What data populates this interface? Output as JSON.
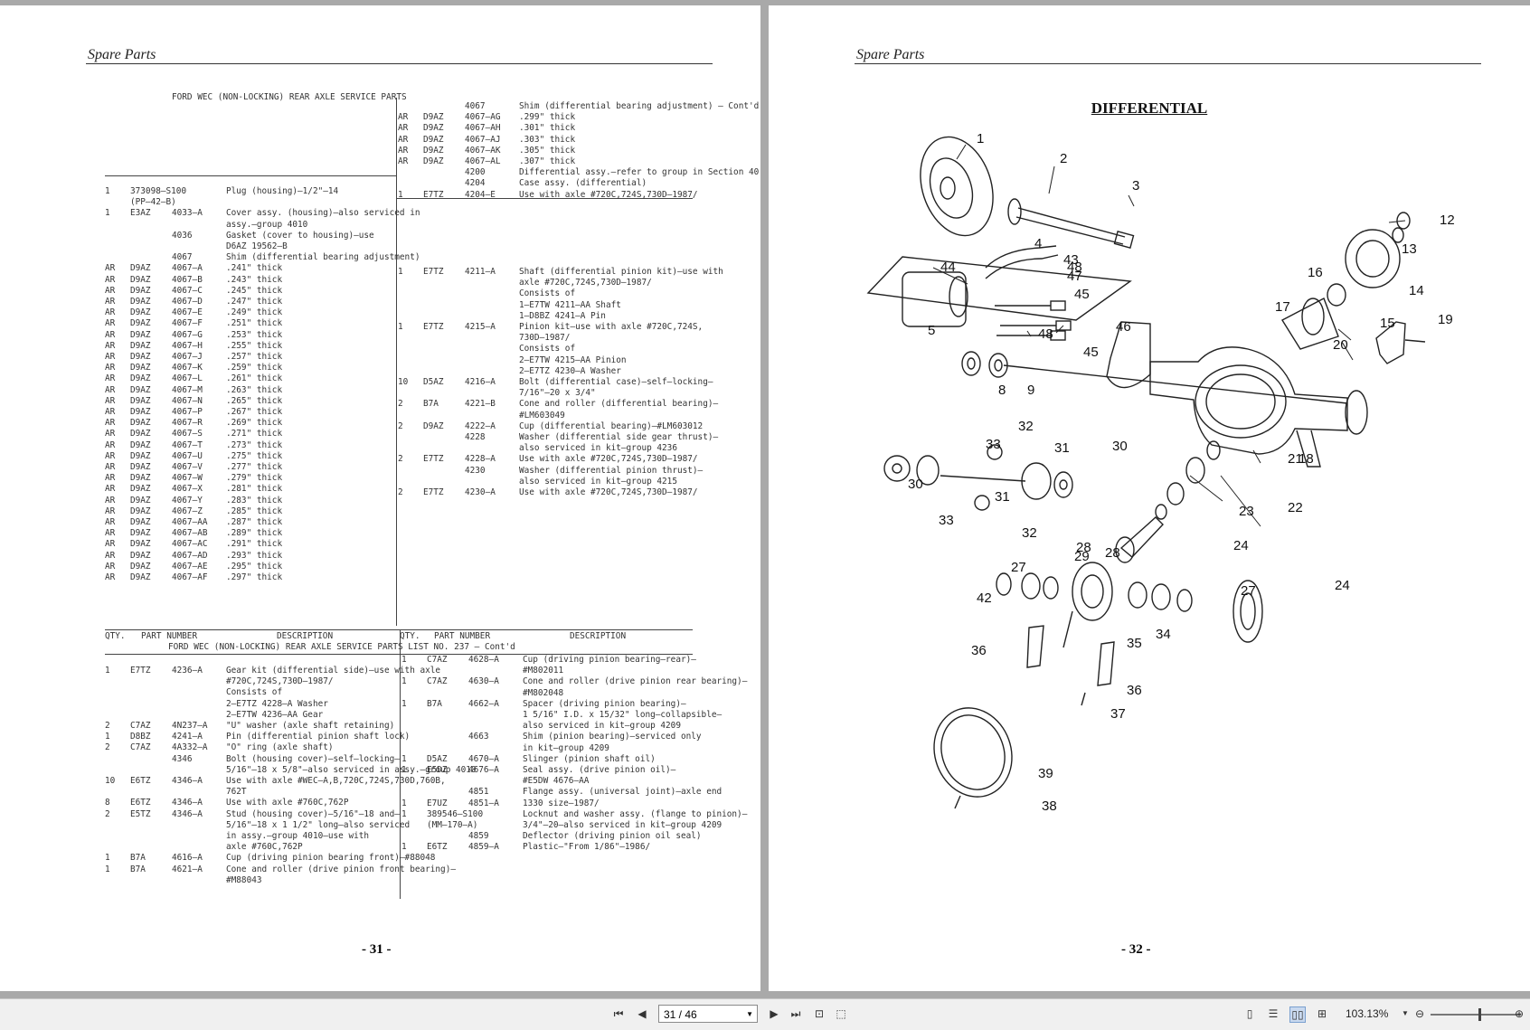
{
  "left_page": {
    "running_head": "Spare Parts",
    "page_number": "- 31 -",
    "table_title_top": "FORD WEC (NON-LOCKING) REAR AXLE SERVICE PARTS",
    "table_title_mid": "FORD WEC (NON-LOCKING) REAR AXLE SERVICE PARTS LIST NO. 237 — Cont'd",
    "headers": {
      "qty": "QTY.",
      "part_number": "PART NUMBER",
      "description": "DESCRIPTION"
    },
    "top_left_rows": [
      [
        "1",
        "373098–S100",
        "",
        "Plug (housing)–1/2\"–14"
      ],
      [
        "",
        "(PP–42–B)",
        "",
        ""
      ],
      [
        "1",
        "E3AZ",
        "4033–A",
        "Cover assy. (housing)–also serviced in"
      ],
      [
        "",
        "",
        "",
        "assy.–group 4010"
      ],
      [
        "",
        "",
        "4036",
        "Gasket (cover to housing)–use"
      ],
      [
        "",
        "",
        "",
        "D6AZ 19562–B"
      ],
      [
        "",
        "",
        "4067",
        "Shim (differential bearing adjustment)"
      ],
      [
        "AR",
        "D9AZ",
        "4067–A",
        ".241\" thick"
      ],
      [
        "AR",
        "D9AZ",
        "4067–B",
        ".243\" thick"
      ],
      [
        "AR",
        "D9AZ",
        "4067–C",
        ".245\" thick"
      ],
      [
        "AR",
        "D9AZ",
        "4067–D",
        ".247\" thick"
      ],
      [
        "AR",
        "D9AZ",
        "4067–E",
        ".249\" thick"
      ],
      [
        "AR",
        "D9AZ",
        "4067–F",
        ".251\" thick"
      ],
      [
        "AR",
        "D9AZ",
        "4067–G",
        ".253\" thick"
      ],
      [
        "AR",
        "D9AZ",
        "4067–H",
        ".255\" thick"
      ],
      [
        "AR",
        "D9AZ",
        "4067–J",
        ".257\" thick"
      ],
      [
        "AR",
        "D9AZ",
        "4067–K",
        ".259\" thick"
      ],
      [
        "AR",
        "D9AZ",
        "4067–L",
        ".261\" thick"
      ],
      [
        "AR",
        "D9AZ",
        "4067–M",
        ".263\" thick"
      ],
      [
        "AR",
        "D9AZ",
        "4067–N",
        ".265\" thick"
      ],
      [
        "AR",
        "D9AZ",
        "4067–P",
        ".267\" thick"
      ],
      [
        "AR",
        "D9AZ",
        "4067–R",
        ".269\" thick"
      ],
      [
        "AR",
        "D9AZ",
        "4067–S",
        ".271\" thick"
      ],
      [
        "AR",
        "D9AZ",
        "4067–T",
        ".273\" thick"
      ],
      [
        "AR",
        "D9AZ",
        "4067–U",
        ".275\" thick"
      ],
      [
        "AR",
        "D9AZ",
        "4067–V",
        ".277\" thick"
      ],
      [
        "AR",
        "D9AZ",
        "4067–W",
        ".279\" thick"
      ],
      [
        "AR",
        "D9AZ",
        "4067–X",
        ".281\" thick"
      ],
      [
        "AR",
        "D9AZ",
        "4067–Y",
        ".283\" thick"
      ],
      [
        "AR",
        "D9AZ",
        "4067–Z",
        ".285\" thick"
      ],
      [
        "AR",
        "D9AZ",
        "4067–AA",
        ".287\" thick"
      ],
      [
        "AR",
        "D9AZ",
        "4067–AB",
        ".289\" thick"
      ],
      [
        "AR",
        "D9AZ",
        "4067–AC",
        ".291\" thick"
      ],
      [
        "AR",
        "D9AZ",
        "4067–AD",
        ".293\" thick"
      ],
      [
        "AR",
        "D9AZ",
        "4067–AE",
        ".295\" thick"
      ],
      [
        "AR",
        "D9AZ",
        "4067–AF",
        ".297\" thick"
      ]
    ],
    "top_right_rows": [
      [
        "",
        "",
        "4067",
        "Shim (differential bearing adjustment) — Cont'd"
      ],
      [
        "AR",
        "D9AZ",
        "4067–AG",
        ".299\" thick"
      ],
      [
        "AR",
        "D9AZ",
        "4067–AH",
        ".301\" thick"
      ],
      [
        "AR",
        "D9AZ",
        "4067–AJ",
        ".303\" thick"
      ],
      [
        "AR",
        "D9AZ",
        "4067–AK",
        ".305\" thick"
      ],
      [
        "AR",
        "D9AZ",
        "4067–AL",
        ".307\" thick"
      ],
      [
        "",
        "",
        "4200",
        "Differential assy.–refer to group in Section 40"
      ],
      [
        "",
        "",
        "4204",
        "Case assy. (differential)"
      ],
      [
        "1",
        "E7TZ",
        "4204–E",
        "Use with axle #720C,724S,730D–1987/"
      ],
      [
        "",
        "",
        "",
        ""
      ],
      [
        "",
        "",
        "",
        ""
      ],
      [
        "",
        "",
        "",
        ""
      ],
      [
        "",
        "",
        "",
        ""
      ],
      [
        "",
        "",
        "",
        ""
      ],
      [
        "",
        "",
        "",
        ""
      ],
      [
        "1",
        "E7TZ",
        "4211–A",
        "Shaft (differential pinion kit)–use with"
      ],
      [
        "",
        "",
        "",
        "axle #720C,724S,730D–1987/"
      ],
      [
        "",
        "",
        "",
        "Consists of"
      ],
      [
        "",
        "",
        "",
        "1–E7TW 4211–AA Shaft"
      ],
      [
        "",
        "",
        "",
        "1–D8BZ 4241–A Pin"
      ],
      [
        "1",
        "E7TZ",
        "4215–A",
        "Pinion kit–use with axle #720C,724S,"
      ],
      [
        "",
        "",
        "",
        "730D–1987/"
      ],
      [
        "",
        "",
        "",
        "Consists of"
      ],
      [
        "",
        "",
        "",
        "2–E7TW 4215–AA Pinion"
      ],
      [
        "",
        "",
        "",
        "2–E7TZ 4230–A Washer"
      ],
      [
        "10",
        "D5AZ",
        "4216–A",
        "Bolt (differential case)–self–locking–"
      ],
      [
        "",
        "",
        "",
        "7/16\"–20 x 3/4\""
      ],
      [
        "2",
        "B7A",
        "4221–B",
        "Cone and roller (differential bearing)–"
      ],
      [
        "",
        "",
        "",
        "#LM603049"
      ],
      [
        "2",
        "D9AZ",
        "4222–A",
        "Cup (differential bearing)–#LM603012"
      ],
      [
        "",
        "",
        "4228",
        "Washer (differential side gear thrust)–"
      ],
      [
        "",
        "",
        "",
        "also serviced in kit–group 4236"
      ],
      [
        "2",
        "E7TZ",
        "4228–A",
        "Use with axle #720C,724S,730D–1987/"
      ],
      [
        "",
        "",
        "4230",
        "Washer (differential pinion thrust)–"
      ],
      [
        "",
        "",
        "",
        "also serviced in kit–group 4215"
      ],
      [
        "2",
        "E7TZ",
        "4230–A",
        "Use with axle #720C,724S,730D–1987/"
      ]
    ],
    "bottom_left_rows": [
      [
        "1",
        "E7TZ",
        "4236–A",
        "Gear kit (differential side)–use with axle"
      ],
      [
        "",
        "",
        "",
        "#720C,724S,730D–1987/"
      ],
      [
        "",
        "",
        "",
        "Consists of"
      ],
      [
        "",
        "",
        "",
        "2–E7TZ 4228–A Washer"
      ],
      [
        "",
        "",
        "",
        "2–E7TW 4236–AA Gear"
      ],
      [
        "2",
        "C7AZ",
        "4N237–A",
        "\"U\" washer (axle shaft retaining)"
      ],
      [
        "1",
        "D8BZ",
        "4241–A",
        "Pin (differential pinion shaft lock)"
      ],
      [
        "2",
        "C7AZ",
        "4A332–A",
        "\"O\" ring (axle shaft)"
      ],
      [
        "",
        "",
        "4346",
        "Bolt (housing cover)–self–locking–"
      ],
      [
        "",
        "",
        "",
        "5/16\"–18 x 5/8\"–also serviced in assy.–group 4010"
      ],
      [
        "10",
        "E6TZ",
        "4346–A",
        "Use with axle #WEC–A,B,720C,724S,730D,760B,"
      ],
      [
        "",
        "",
        "",
        "762T"
      ],
      [
        "8",
        "E6TZ",
        "4346–A",
        "Use with axle #760C,762P"
      ],
      [
        "2",
        "E5TZ",
        "4346–A",
        "Stud (housing cover)–5/16\"–18 and–"
      ],
      [
        "",
        "",
        "",
        "5/16\"–18 x 1 1/2\" long–also serviced"
      ],
      [
        "",
        "",
        "",
        "in assy.–group 4010–use with"
      ],
      [
        "",
        "",
        "",
        "axle #760C,762P"
      ],
      [
        "1",
        "B7A",
        "4616–A",
        "Cup (driving pinion bearing front)–#88048"
      ],
      [
        "1",
        "B7A",
        "4621–A",
        "Cone and roller (drive pinion front bearing)–"
      ],
      [
        "",
        "",
        "",
        "#M88043"
      ]
    ],
    "bottom_right_rows": [
      [
        "1",
        "C7AZ",
        "4628–A",
        "Cup (driving pinion bearing–rear)–"
      ],
      [
        "",
        "",
        "",
        "#M802011"
      ],
      [
        "1",
        "C7AZ",
        "4630–A",
        "Cone and roller (drive pinion rear bearing)–"
      ],
      [
        "",
        "",
        "",
        "#M802048"
      ],
      [
        "1",
        "B7A",
        "4662–A",
        "Spacer (driving pinion bearing)–"
      ],
      [
        "",
        "",
        "",
        "1 5/16\" I.D. x 15/32\" long–collapsible–"
      ],
      [
        "",
        "",
        "",
        "also serviced in kit–group 4209"
      ],
      [
        "",
        "",
        "4663",
        "Shim (pinion bearing)–serviced only"
      ],
      [
        "",
        "",
        "",
        "in kit–group 4209"
      ],
      [
        "1",
        "D5AZ",
        "4670–A",
        "Slinger (pinion shaft oil)"
      ],
      [
        "1",
        "E5DZ",
        "4676–A",
        "Seal assy. (drive pinion oil)–"
      ],
      [
        "",
        "",
        "",
        "#E5DW 4676–AA"
      ],
      [
        "",
        "",
        "4851",
        "Flange assy. (universal joint)–axle end"
      ],
      [
        "1",
        "E7UZ",
        "4851–A",
        "1330 size–1987/"
      ],
      [
        "1",
        "389546–S100",
        "",
        "Locknut and washer assy. (flange to pinion)–"
      ],
      [
        "",
        "(MM–170–A)",
        "",
        "3/4\"–20–also serviced in kit–group 4209"
      ],
      [
        "",
        "",
        "4859",
        "Deflector (driving pinion oil seal)"
      ],
      [
        "1",
        "E6TZ",
        "4859–A",
        "Plastic–\"From 1/86\"–1986/"
      ]
    ]
  },
  "right_page": {
    "running_head": "Spare Parts",
    "page_number": "- 32 -",
    "diagram_title": "DIFFERENTIAL",
    "callouts": [
      "1",
      "2",
      "3",
      "4",
      "5",
      "8",
      "9",
      "12",
      "13",
      "14",
      "15",
      "16",
      "17",
      "18",
      "19",
      "20",
      "21",
      "22",
      "23",
      "24",
      "24",
      "27",
      "27",
      "28",
      "28",
      "29",
      "30",
      "30",
      "31",
      "31",
      "32",
      "32",
      "33",
      "33",
      "34",
      "35",
      "36",
      "36",
      "37",
      "38",
      "39",
      "42",
      "43",
      "44",
      "45",
      "45",
      "46",
      "47",
      "48",
      "48"
    ]
  },
  "toolbar": {
    "page_value": "31 / 46",
    "zoom": "103.13%",
    "zoom_fraction": 0.55,
    "icons": [
      "first-page-icon",
      "prev-page-icon",
      "next-page-icon",
      "last-page-icon",
      "fit-page-icon",
      "fit-width-icon",
      "single-page-icon",
      "continuous-page-icon",
      "facing-pages-icon",
      "continuous-facing-icon",
      "zoom-dropdown-icon",
      "zoom-out-icon",
      "zoom-in-icon"
    ]
  }
}
